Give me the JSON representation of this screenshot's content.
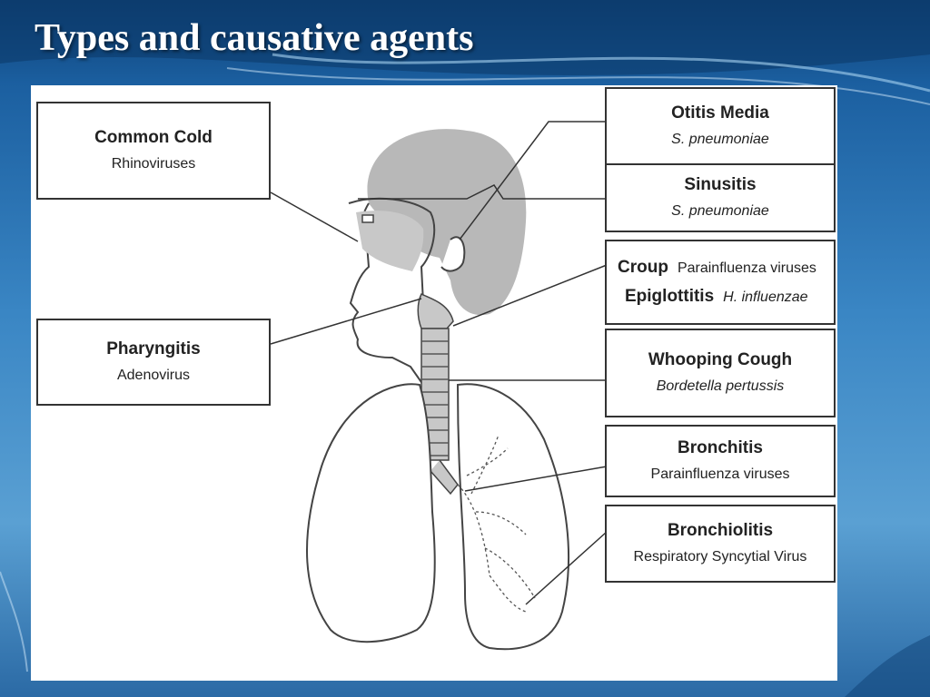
{
  "slide": {
    "title": "Types and causative agents"
  },
  "labels": {
    "common_cold": {
      "disease": "Common Cold",
      "agent": "Rhinoviruses"
    },
    "pharyngitis": {
      "disease": "Pharyngitis",
      "agent": "Adenovirus"
    },
    "otitis_media": {
      "disease": "Otitis Media",
      "agent": "S. pneumoniae"
    },
    "sinusitis": {
      "disease": "Sinusitis",
      "agent": "S. pneumoniae"
    },
    "croup": {
      "disease": "Croup",
      "agent": "Parainfluenza viruses"
    },
    "epiglottitis": {
      "disease": "Epiglottitis",
      "agent": "H. influenzae"
    },
    "whooping_cough": {
      "disease": "Whooping Cough",
      "agent": "Bordetella pertussis"
    },
    "bronchitis": {
      "disease": "Bronchitis",
      "agent": "Parainfluenza viruses"
    },
    "bronchiolitis": {
      "disease": "Bronchiolitis",
      "agent": "Respiratory Syncytial Virus"
    }
  }
}
